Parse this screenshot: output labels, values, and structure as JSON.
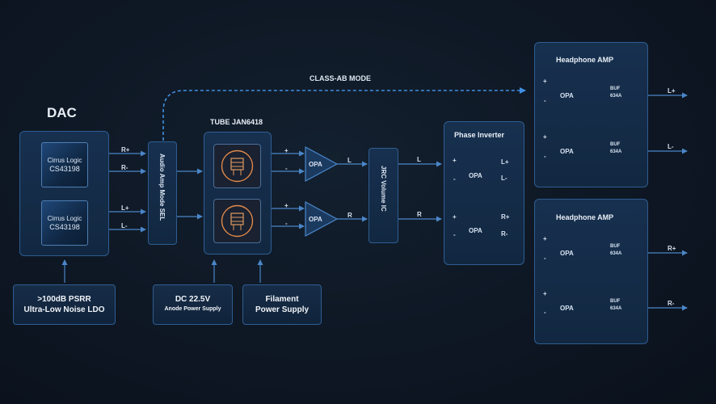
{
  "dac": {
    "title": "DAC",
    "chip_top": {
      "line1": "Cirrus Logic",
      "line2": "CS43198"
    },
    "chip_bottom": {
      "line1": "Cirrus Logic",
      "line2": "CS43198"
    },
    "outputs": [
      "R+",
      "R-",
      "L+",
      "L-"
    ]
  },
  "mode_sel": {
    "label": "Audio Amp Mode SEL"
  },
  "class_ab": {
    "label": "CLASS-AB MODE"
  },
  "tube": {
    "title": "TUBE JAN6418"
  },
  "tube_outputs": {
    "top": [
      "+",
      "-"
    ],
    "bottom": [
      "+",
      "-"
    ]
  },
  "opa_stage": {
    "top": "OPA",
    "bottom": "OPA",
    "top_out": "L",
    "bottom_out": "R"
  },
  "volume": {
    "label": "JRC Volume IC",
    "out_top": "L",
    "out_bottom": "R"
  },
  "phase_inverter": {
    "title": "Phase Inverter",
    "top": {
      "in": [
        "+",
        "-"
      ],
      "amp": "OPA",
      "out": [
        "L+",
        "L-"
      ]
    },
    "bottom": {
      "in": [
        "+",
        "-"
      ],
      "amp": "OPA",
      "out": [
        "R+",
        "R-"
      ]
    }
  },
  "hp_top": {
    "title": "Headphone AMP",
    "rows": [
      {
        "in": [
          "+",
          "-"
        ],
        "opa": "OPA",
        "buf1": "BUF",
        "buf2": "634A",
        "out": "L+"
      },
      {
        "in": [
          "+",
          "-"
        ],
        "opa": "OPA",
        "buf1": "BUF",
        "buf2": "634A",
        "out": "L-"
      }
    ]
  },
  "hp_bottom": {
    "title": "Headphone AMP",
    "rows": [
      {
        "in": [
          "+",
          "-"
        ],
        "opa": "OPA",
        "buf1": "BUF",
        "buf2": "634A",
        "out": "R+"
      },
      {
        "in": [
          "+",
          "-"
        ],
        "opa": "OPA",
        "buf1": "BUF",
        "buf2": "634A",
        "out": "R-"
      }
    ]
  },
  "supplies": {
    "ldo": {
      "line1": ">100dB PSRR",
      "line2": "Ultra-Low Noise LDO"
    },
    "anode": {
      "line1": "DC 22.5V",
      "line2": "Anode Power Supply"
    },
    "filament": {
      "line1": "Filament",
      "line2": "Power Supply"
    }
  },
  "colors": {
    "accent": "#3f8fe0",
    "line": "#4a86c8",
    "box_border": "#2e5d91"
  }
}
